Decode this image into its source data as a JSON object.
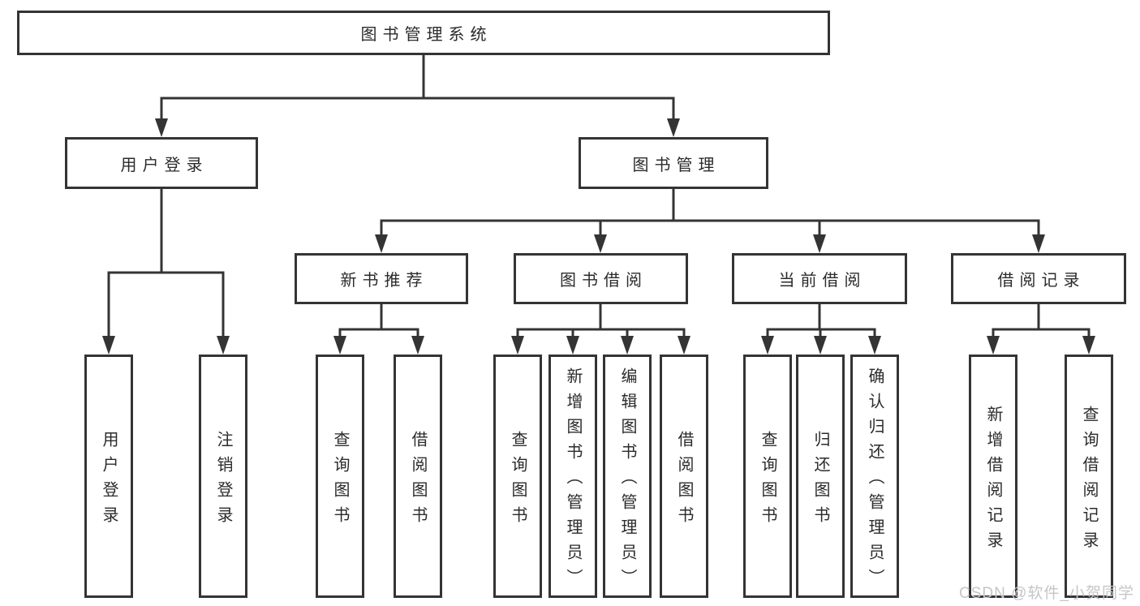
{
  "diagram": {
    "type": "hierarchy-tree",
    "tree": {
      "label": "图书管理系统",
      "children": [
        {
          "label": "用户登录",
          "children": [
            {
              "label": "用户登录"
            },
            {
              "label": "注销登录"
            }
          ]
        },
        {
          "label": "图书管理",
          "children": [
            {
              "label": "新书推荐",
              "children": [
                {
                  "label": "查询图书"
                },
                {
                  "label": "借阅图书"
                }
              ]
            },
            {
              "label": "图书借阅",
              "children": [
                {
                  "label": "查询图书"
                },
                {
                  "label": "新增图书（管理员）"
                },
                {
                  "label": "编辑图书（管理员）"
                },
                {
                  "label": "借阅图书"
                }
              ]
            },
            {
              "label": "当前借阅",
              "children": [
                {
                  "label": "查询图书"
                },
                {
                  "label": "归还图书"
                },
                {
                  "label": "确认归还（管理员）"
                }
              ]
            },
            {
              "label": "借阅记录",
              "children": [
                {
                  "label": "新增借阅记录"
                },
                {
                  "label": "查询借阅记录"
                }
              ]
            }
          ]
        }
      ]
    },
    "colors": {
      "line": "#343434",
      "box_border": "#343434",
      "box_background": "#ffffff",
      "text": "#2b2b2b",
      "watermark": "#c3c6ca",
      "page_background": "#ffffff"
    }
  },
  "watermark": {
    "text": "CSDN @软件_小贺同学"
  }
}
